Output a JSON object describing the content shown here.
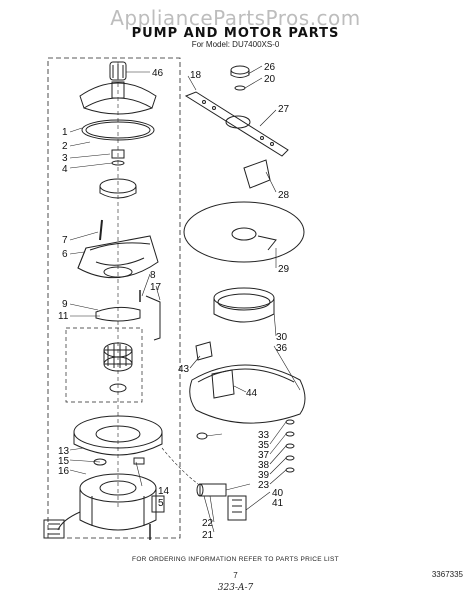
{
  "header": {
    "watermark": "AppliancePartsPros.com",
    "title": "PUMP AND MOTOR PARTS",
    "model_line": "For Model: DU7400XS-0"
  },
  "callouts": {
    "c1": "1",
    "c2": "2",
    "c3": "3",
    "c4": "4",
    "c5": "5",
    "c6": "6",
    "c7": "7",
    "c8": "8",
    "c9": "9",
    "c11": "11",
    "c13": "13",
    "c14": "14",
    "c15": "15",
    "c16": "16",
    "c17": "17",
    "c18": "18",
    "c20": "20",
    "c21": "21",
    "c22": "22",
    "c23": "23",
    "c26": "26",
    "c27": "27",
    "c28": "28",
    "c29": "29",
    "c30": "30",
    "c33": "33",
    "c35": "35",
    "c36": "36",
    "c37": "37",
    "c38": "38",
    "c39": "39",
    "c40": "40",
    "c41": "41",
    "c43": "43",
    "c44": "44",
    "c46": "46"
  },
  "footer": {
    "note": "FOR ORDERING INFORMATION REFER TO PARTS PRICE LIST",
    "page": "7",
    "doc_code": "323-A-7",
    "part_number": "3367335"
  }
}
